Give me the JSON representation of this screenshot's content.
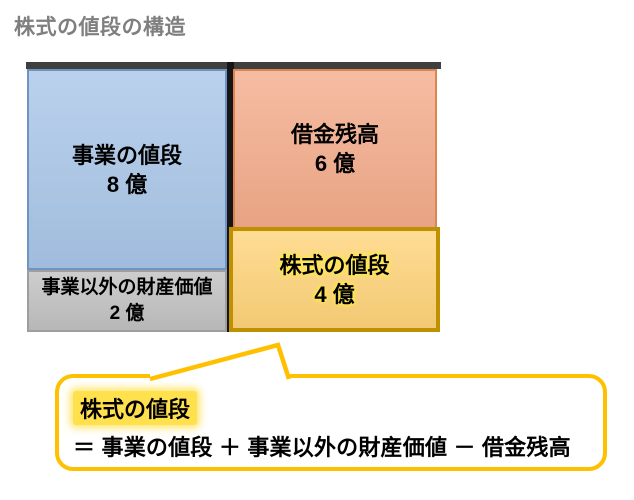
{
  "title": "株式の値段の構造",
  "diagram": {
    "left_column": [
      {
        "label": "事業の値段",
        "value": "8 億"
      },
      {
        "label": "事業以外の財産価値",
        "value": "2 億"
      }
    ],
    "right_column": [
      {
        "label": "借金残高",
        "value": "6 億"
      },
      {
        "label": "株式の値段",
        "value": "4 億"
      }
    ]
  },
  "callout": {
    "highlight": "株式の値段",
    "formula": "＝ 事業の値段 ＋ 事業以外の財産価値 － 借金残高"
  },
  "colors": {
    "title_color": "#7F7F7F",
    "top_bar": "#3F3F3F",
    "business_fill": "#A9C6E8",
    "non_business_fill": "#C1C1C1",
    "debt_fill": "#F4AC8B",
    "stock_fill": "#FFD47A",
    "stock_border": "#BF9000",
    "callout_border": "#FFC000",
    "highlight": "#FFE14D"
  }
}
